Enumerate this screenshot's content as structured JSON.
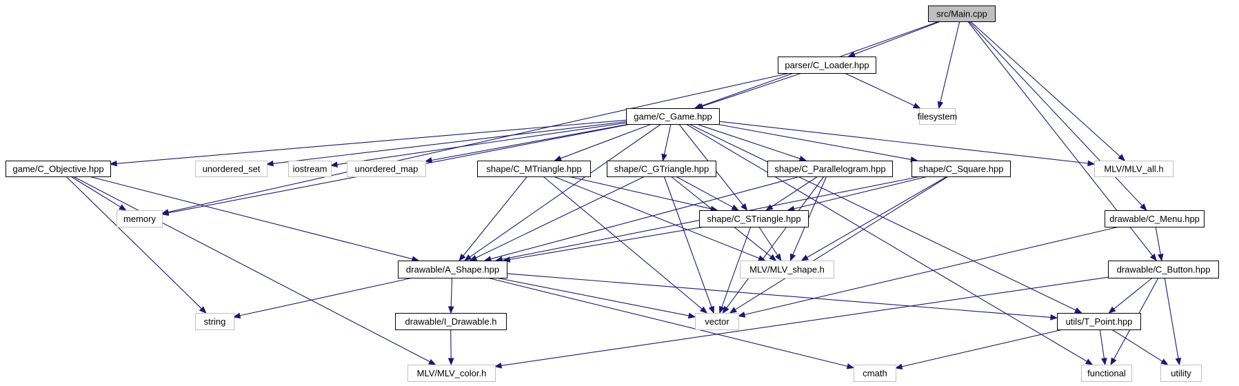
{
  "graph": {
    "colors": {
      "edge": "#191970",
      "root_fill": "#bfbfbf",
      "documented_border": "#000000",
      "external_border": "#bfbfbf",
      "box_fill": "#ffffff"
    },
    "nodes": [
      {
        "id": "main",
        "label": "src/Main.cpp",
        "kind": "root"
      },
      {
        "id": "loader",
        "label": "parser/C_Loader.hpp",
        "kind": "documented"
      },
      {
        "id": "game",
        "label": "game/C_Game.hpp",
        "kind": "documented"
      },
      {
        "id": "filesystem",
        "label": "filesystem",
        "kind": "external"
      },
      {
        "id": "objective",
        "label": "game/C_Objective.hpp",
        "kind": "documented"
      },
      {
        "id": "unordered_set",
        "label": "unordered_set",
        "kind": "external"
      },
      {
        "id": "iostream",
        "label": "iostream",
        "kind": "external"
      },
      {
        "id": "unordered_map",
        "label": "unordered_map",
        "kind": "external"
      },
      {
        "id": "mtriangle",
        "label": "shape/C_MTriangle.hpp",
        "kind": "documented"
      },
      {
        "id": "gtriangle",
        "label": "shape/C_GTriangle.hpp",
        "kind": "documented"
      },
      {
        "id": "parallelogram",
        "label": "shape/C_Parallelogram.hpp",
        "kind": "documented"
      },
      {
        "id": "square",
        "label": "shape/C_Square.hpp",
        "kind": "documented"
      },
      {
        "id": "mlv_all",
        "label": "MLV/MLV_all.h",
        "kind": "external"
      },
      {
        "id": "memory",
        "label": "memory",
        "kind": "external"
      },
      {
        "id": "striangle",
        "label": "shape/C_STriangle.hpp",
        "kind": "documented"
      },
      {
        "id": "menu",
        "label": "drawable/C_Menu.hpp",
        "kind": "documented"
      },
      {
        "id": "ashape",
        "label": "drawable/A_Shape.hpp",
        "kind": "documented"
      },
      {
        "id": "mlv_shape",
        "label": "MLV/MLV_shape.h",
        "kind": "external"
      },
      {
        "id": "button",
        "label": "drawable/C_Button.hpp",
        "kind": "documented"
      },
      {
        "id": "string",
        "label": "string",
        "kind": "external"
      },
      {
        "id": "vector",
        "label": "vector",
        "kind": "external"
      },
      {
        "id": "idrawable",
        "label": "drawable/I_Drawable.h",
        "kind": "documented"
      },
      {
        "id": "tpoint",
        "label": "utils/T_Point.hpp",
        "kind": "documented"
      },
      {
        "id": "mlv_color",
        "label": "MLV/MLV_color.h",
        "kind": "external"
      },
      {
        "id": "cmath",
        "label": "cmath",
        "kind": "external"
      },
      {
        "id": "functional",
        "label": "functional",
        "kind": "external"
      },
      {
        "id": "utility",
        "label": "utility",
        "kind": "external"
      }
    ],
    "edges": [
      [
        "main",
        "loader"
      ],
      [
        "main",
        "game"
      ],
      [
        "main",
        "filesystem"
      ],
      [
        "main",
        "mlv_all"
      ],
      [
        "main",
        "menu"
      ],
      [
        "main",
        "button"
      ],
      [
        "loader",
        "game"
      ],
      [
        "loader",
        "filesystem"
      ],
      [
        "loader",
        "memory"
      ],
      [
        "game",
        "objective"
      ],
      [
        "game",
        "unordered_set"
      ],
      [
        "game",
        "iostream"
      ],
      [
        "game",
        "unordered_map"
      ],
      [
        "game",
        "mtriangle"
      ],
      [
        "game",
        "gtriangle"
      ],
      [
        "game",
        "parallelogram"
      ],
      [
        "game",
        "square"
      ],
      [
        "game",
        "mlv_all"
      ],
      [
        "game",
        "memory"
      ],
      [
        "game",
        "striangle"
      ],
      [
        "game",
        "ashape"
      ],
      [
        "game",
        "tpoint"
      ],
      [
        "game",
        "functional"
      ],
      [
        "objective",
        "memory"
      ],
      [
        "objective",
        "ashape"
      ],
      [
        "objective",
        "string"
      ],
      [
        "objective",
        "mlv_color"
      ],
      [
        "mtriangle",
        "striangle"
      ],
      [
        "mtriangle",
        "ashape"
      ],
      [
        "mtriangle",
        "mlv_shape"
      ],
      [
        "mtriangle",
        "vector"
      ],
      [
        "gtriangle",
        "striangle"
      ],
      [
        "gtriangle",
        "ashape"
      ],
      [
        "gtriangle",
        "mlv_shape"
      ],
      [
        "gtriangle",
        "vector"
      ],
      [
        "parallelogram",
        "striangle"
      ],
      [
        "parallelogram",
        "ashape"
      ],
      [
        "parallelogram",
        "mlv_shape"
      ],
      [
        "parallelogram",
        "vector"
      ],
      [
        "square",
        "striangle"
      ],
      [
        "square",
        "ashape"
      ],
      [
        "square",
        "mlv_shape"
      ],
      [
        "square",
        "vector"
      ],
      [
        "striangle",
        "ashape"
      ],
      [
        "striangle",
        "mlv_shape"
      ],
      [
        "striangle",
        "vector"
      ],
      [
        "menu",
        "button"
      ],
      [
        "menu",
        "vector"
      ],
      [
        "ashape",
        "string"
      ],
      [
        "ashape",
        "vector"
      ],
      [
        "ashape",
        "idrawable"
      ],
      [
        "ashape",
        "tpoint"
      ],
      [
        "ashape",
        "cmath"
      ],
      [
        "button",
        "tpoint"
      ],
      [
        "button",
        "mlv_color"
      ],
      [
        "button",
        "functional"
      ],
      [
        "button",
        "utility"
      ],
      [
        "idrawable",
        "mlv_color"
      ],
      [
        "tpoint",
        "cmath"
      ],
      [
        "tpoint",
        "functional"
      ],
      [
        "tpoint",
        "utility"
      ]
    ]
  }
}
